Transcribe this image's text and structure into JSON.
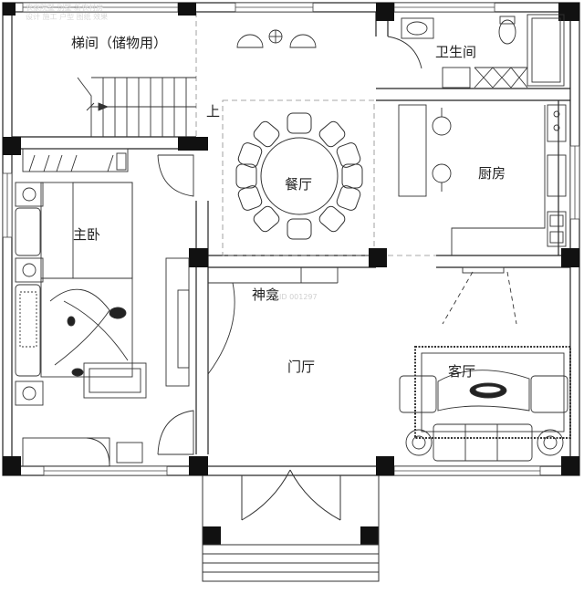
{
  "rooms": {
    "stair_storage": "梯间（储物用）",
    "bathroom": "卫生间",
    "dining": "餐厅",
    "kitchen": "厨房",
    "master_bedroom": "主卧",
    "shrine": "神龛",
    "foyer": "门厅",
    "living_room": "客厅"
  },
  "labels": {
    "stair_up": "上",
    "watermark_id": "ID 001297",
    "watermark_top_1": "农家院墅 别墅 新农村房",
    "watermark_top_2": "设计 施工 户型 图纸 效果"
  },
  "colors": {
    "wall": "#111111",
    "line": "#333333",
    "dash": "#8a8a8a"
  }
}
